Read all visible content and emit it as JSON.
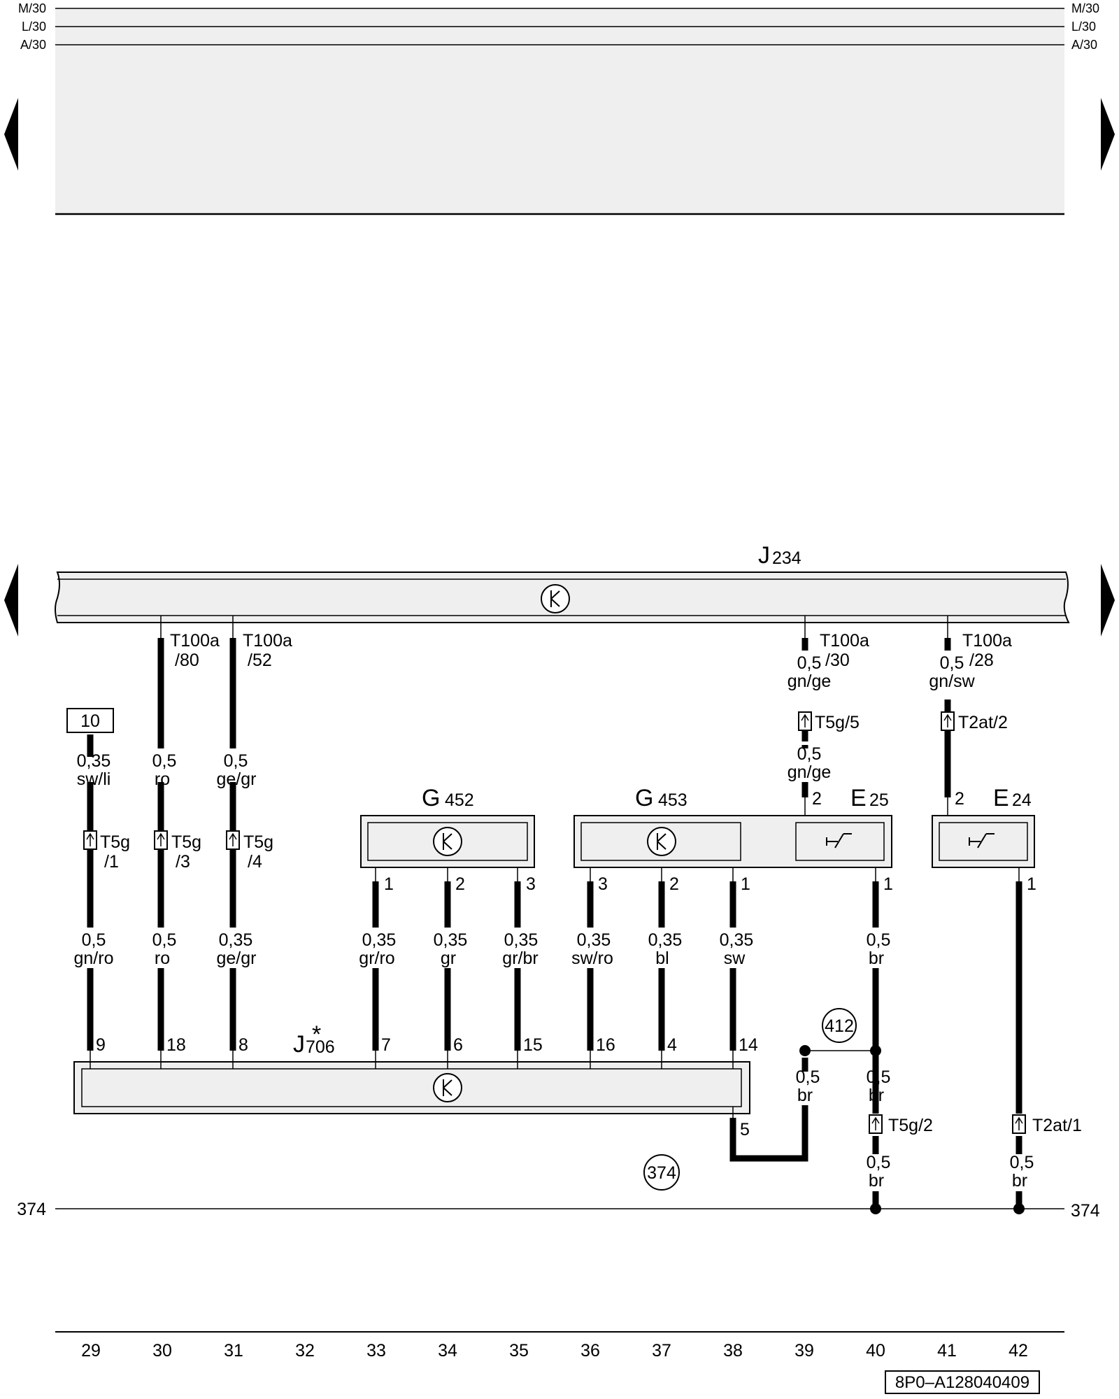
{
  "bus_lines": {
    "top": [
      "M/30",
      "L/30",
      "A/30"
    ],
    "ground": "374"
  },
  "components": {
    "J234": {
      "letter": "J",
      "number": "234"
    },
    "J706": {
      "letter": "J",
      "number": "706",
      "star": "*"
    },
    "G452": {
      "letter": "G",
      "number": "452"
    },
    "G453": {
      "letter": "G",
      "number": "453"
    },
    "E25": {
      "letter": "E",
      "number": "25"
    },
    "E24": {
      "letter": "E",
      "number": "24"
    }
  },
  "labels": {
    "fuse_box": "10",
    "node_412": "412",
    "node_374": "374"
  },
  "j234_connectors": {
    "c30": {
      "name": "T100a",
      "pin": "/80"
    },
    "c31": {
      "name": "T100a",
      "pin": "/52"
    },
    "c39": {
      "name": "T100a",
      "pin": "/30"
    },
    "c41": {
      "name": "T100a",
      "pin": "/28"
    }
  },
  "wires": {
    "w29a": {
      "size": "0,35",
      "color": "sw/li"
    },
    "w30a": {
      "size": "0,5",
      "color": "ro"
    },
    "w31a": {
      "size": "0,5",
      "color": "ge/gr"
    },
    "w29b": {
      "size": "0,5",
      "color": "gn/ro"
    },
    "w30b": {
      "size": "0,5",
      "color": "ro"
    },
    "w31b": {
      "size": "0,35",
      "color": "ge/gr"
    },
    "w33": {
      "size": "0,35",
      "color": "gr/ro"
    },
    "w34": {
      "size": "0,35",
      "color": "gr"
    },
    "w35": {
      "size": "0,35",
      "color": "gr/br"
    },
    "w36": {
      "size": "0,35",
      "color": "sw/ro"
    },
    "w37": {
      "size": "0,35",
      "color": "bl"
    },
    "w38": {
      "size": "0,35",
      "color": "sw"
    },
    "w39a": {
      "size": "0,5",
      "color": "gn/ge"
    },
    "w39b": {
      "size": "0,5",
      "color": "gn/ge"
    },
    "w41a": {
      "size": "0,5",
      "color": "gn/sw"
    },
    "w40a": {
      "size": "0,5",
      "color": "br"
    },
    "w39c": {
      "size": "0,5",
      "color": "br"
    },
    "w40b": {
      "size": "0,5",
      "color": "br"
    },
    "w40c": {
      "size": "0,5",
      "color": "br"
    },
    "w42": {
      "size": "0,5",
      "color": "br"
    }
  },
  "connectors": {
    "t5g1": {
      "name": "T5g",
      "pin": "/1"
    },
    "t5g3": {
      "name": "T5g",
      "pin": "/3"
    },
    "t5g4": {
      "name": "T5g",
      "pin": "/4"
    },
    "t5g5": "T5g/5",
    "t2at2": "T2at/2",
    "t5g2": "T5g/2",
    "t2at1": "T2at/1"
  },
  "pins": {
    "g452": [
      "1",
      "2",
      "3"
    ],
    "g453": [
      "3",
      "2",
      "1"
    ],
    "e25_top": "2",
    "e25_bottom": "1",
    "e24_top": "2",
    "e24_bottom": "1",
    "j706_top": [
      "9",
      "18",
      "8",
      "7",
      "6",
      "15",
      "16",
      "4",
      "14"
    ],
    "j706_bottom": "5"
  },
  "footer": {
    "tracks": [
      "29",
      "30",
      "31",
      "32",
      "33",
      "34",
      "35",
      "36",
      "37",
      "38",
      "39",
      "40",
      "41",
      "42"
    ],
    "code": "8P0–A128040409"
  }
}
